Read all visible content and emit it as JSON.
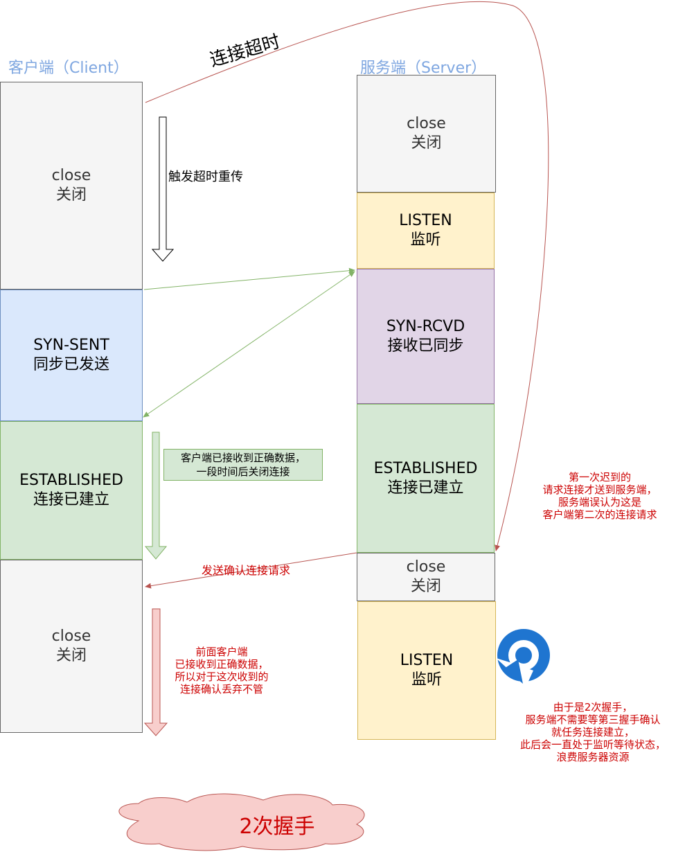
{
  "client": {
    "title": "客户端（Client）",
    "states": [
      {
        "en": "close",
        "zh": "关闭"
      },
      {
        "en": "SYN-SENT",
        "zh": "同步已发送"
      },
      {
        "en": "ESTABLISHED",
        "zh": "连接已建立"
      },
      {
        "en": "close",
        "zh": "关闭"
      }
    ]
  },
  "server": {
    "title": "服务端（Server）",
    "states": [
      {
        "en": "close",
        "zh": "关闭"
      },
      {
        "en": "LISTEN",
        "zh": "监听"
      },
      {
        "en": "SYN-RCVD",
        "zh": "接收已同步"
      },
      {
        "en": "ESTABLISHED",
        "zh": "连接已建立"
      },
      {
        "en": "close",
        "zh": "关闭"
      },
      {
        "en": "LISTEN",
        "zh": "监听"
      }
    ]
  },
  "labels": {
    "timeout": "连接超时",
    "retransmit": "触发超时重传",
    "client_received": "客户端已接收到正确数据，\n一段时间后关闭连接",
    "send_confirm": "发送确认连接请求",
    "client_ignore": "前面客户端\n已接收到正确数据，\n所以对于这次收到的\n连接确认丢弃不管",
    "server_misjudge": "第一次迟到的\n请求连接才送到服务端，\n服务端误认为这是\n客户端第二次的连接请求",
    "server_waste": "由于是2次握手，\n服务端不需要等第三握手确认\n就任务连接建立，\n此后会一直处于监听等待状态，\n浪费服务器资源",
    "cloud": "2次握手"
  },
  "colors": {
    "gray": "#f5f5f5",
    "yellow": "#fff2cc",
    "blue": "#dae8fc",
    "purple": "#e1d5e7",
    "green": "#d5e8d4",
    "red_arrow": "#b85450",
    "green_arrow": "#82b366",
    "title_blue": "#7ea6e0",
    "cloud_fill": "#f8cecc"
  },
  "icons": [
    "logo-icon"
  ]
}
